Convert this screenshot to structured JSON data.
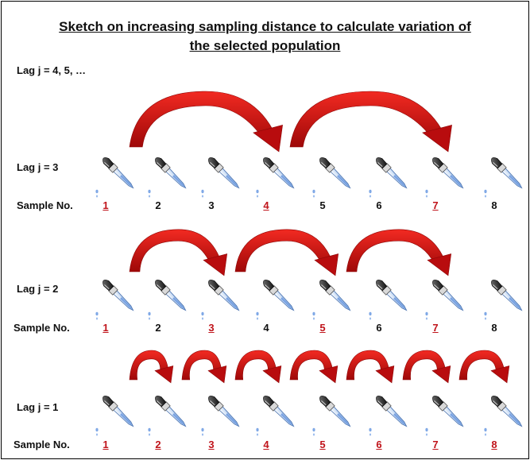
{
  "title_line1": "Sketch on increasing sampling distance to calculate variation of",
  "title_line2": "the selected population",
  "lag_header": "Lag j =  4, 5, …",
  "colors": {
    "arrow": "#d30f12",
    "arrow_dark": "#8e0707",
    "selected_number": "#c0141b"
  },
  "icon": "pipette-icon",
  "rows": [
    {
      "lag_label": "Lag j = 3",
      "sample_label": "Sample No.",
      "samples": [
        {
          "n": "1",
          "selected": true
        },
        {
          "n": "2",
          "selected": false
        },
        {
          "n": "3",
          "selected": false
        },
        {
          "n": "4",
          "selected": true
        },
        {
          "n": "5",
          "selected": false
        },
        {
          "n": "6",
          "selected": false
        },
        {
          "n": "7",
          "selected": true
        },
        {
          "n": "8",
          "selected": false
        }
      ],
      "arrows": [
        [
          1,
          4
        ],
        [
          4,
          7
        ]
      ]
    },
    {
      "lag_label": "Lag j = 2",
      "sample_label": "Sample No.",
      "samples": [
        {
          "n": "1",
          "selected": true
        },
        {
          "n": "2",
          "selected": false
        },
        {
          "n": "3",
          "selected": true
        },
        {
          "n": "4",
          "selected": false
        },
        {
          "n": "5",
          "selected": true
        },
        {
          "n": "6",
          "selected": false
        },
        {
          "n": "7",
          "selected": true
        },
        {
          "n": "8",
          "selected": false
        }
      ],
      "arrows": [
        [
          1,
          3
        ],
        [
          3,
          5
        ],
        [
          5,
          7
        ]
      ]
    },
    {
      "lag_label": "Lag j = 1",
      "sample_label": "Sample No.",
      "samples": [
        {
          "n": "1",
          "selected": true
        },
        {
          "n": "2",
          "selected": true
        },
        {
          "n": "3",
          "selected": true
        },
        {
          "n": "4",
          "selected": true
        },
        {
          "n": "5",
          "selected": true
        },
        {
          "n": "6",
          "selected": true
        },
        {
          "n": "7",
          "selected": true
        },
        {
          "n": "8",
          "selected": true
        }
      ],
      "arrows": [
        [
          1,
          2
        ],
        [
          2,
          3
        ],
        [
          3,
          4
        ],
        [
          4,
          5
        ],
        [
          5,
          6
        ],
        [
          6,
          7
        ],
        [
          7,
          8
        ]
      ]
    }
  ]
}
